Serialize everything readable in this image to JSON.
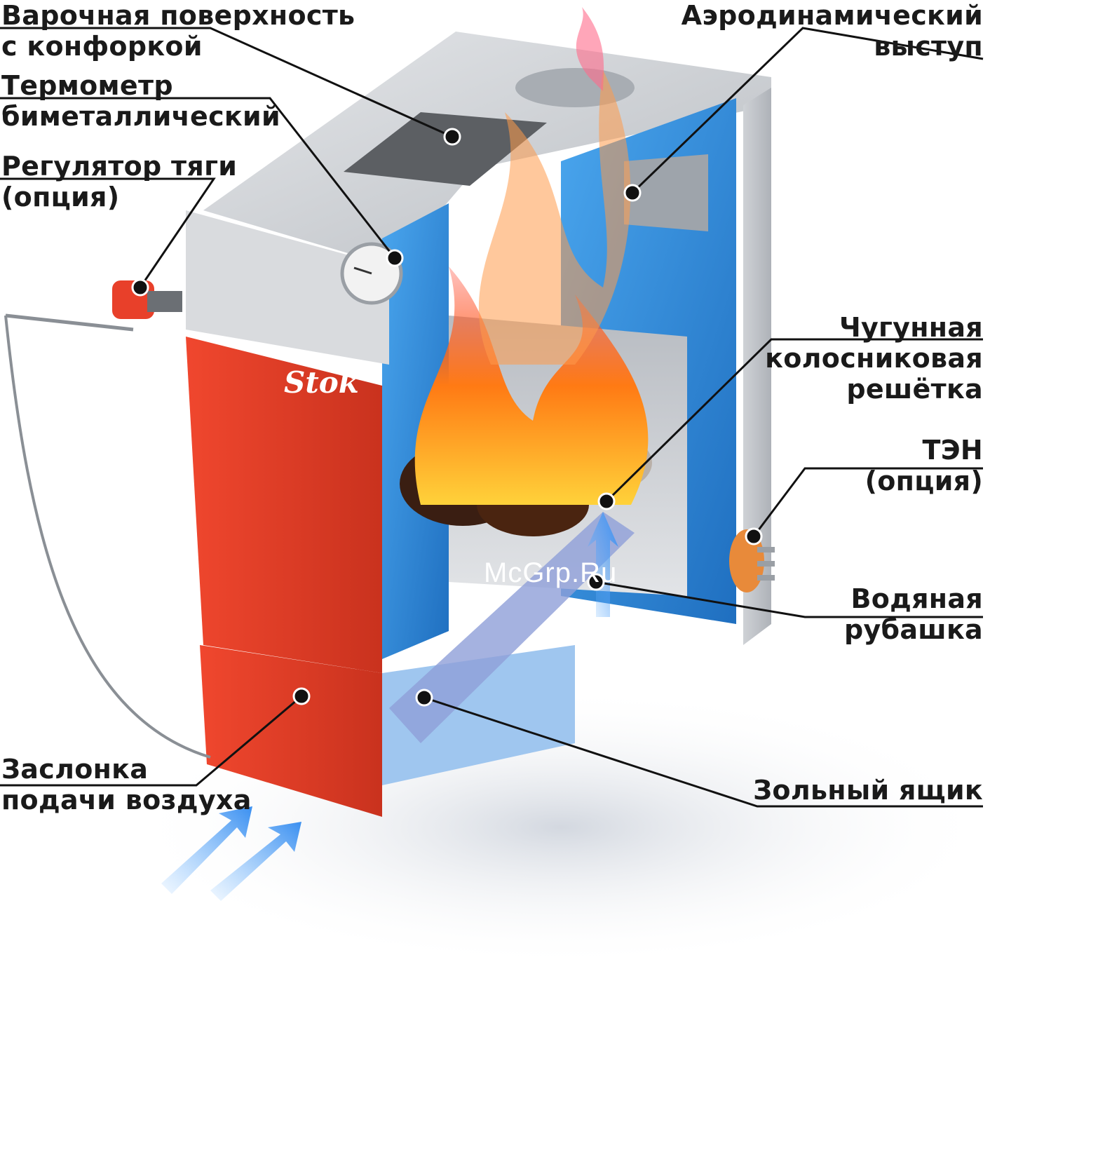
{
  "labels": {
    "cooktop": [
      "Варочная поверхность",
      "с конфоркой"
    ],
    "thermometer": [
      "Термометр",
      "биметаллический"
    ],
    "draft_regulator": [
      "Регулятор тяги",
      "(опция)"
    ],
    "aero": [
      "Аэродинамический",
      "выступ"
    ],
    "grate": [
      "Чугунная",
      "колосниковая",
      "решётка"
    ],
    "heater": [
      "ТЭН",
      "(опция)"
    ],
    "water_jacket": [
      "Водяная",
      "рубашка"
    ],
    "ash_box": [
      "Зольный ящик"
    ],
    "air_damper": [
      "Заслонка",
      "подачи воздуха"
    ]
  },
  "brand": "Stok",
  "watermark": "McGrp.Ru",
  "colors": {
    "body_red": "#e8402a",
    "steel": "#c9ccd0",
    "water_blue": "#3a8fd8",
    "flame": "#ff8a1a",
    "leader": "#111111"
  }
}
